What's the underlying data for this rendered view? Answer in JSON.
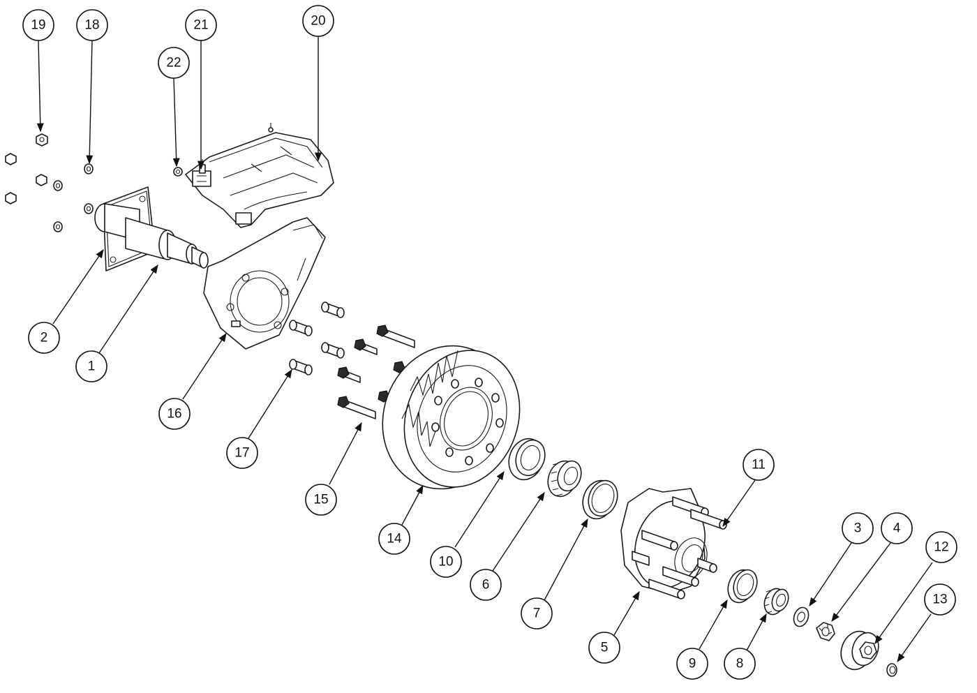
{
  "balloons": [
    {
      "id": "1",
      "label": "1"
    },
    {
      "id": "2",
      "label": "2"
    },
    {
      "id": "3",
      "label": "3"
    },
    {
      "id": "4",
      "label": "4"
    },
    {
      "id": "5",
      "label": "5"
    },
    {
      "id": "6",
      "label": "6"
    },
    {
      "id": "7",
      "label": "7"
    },
    {
      "id": "8",
      "label": "8"
    },
    {
      "id": "9",
      "label": "9"
    },
    {
      "id": "10",
      "label": "10"
    },
    {
      "id": "11",
      "label": "11"
    },
    {
      "id": "12",
      "label": "12"
    },
    {
      "id": "13",
      "label": "13"
    },
    {
      "id": "14",
      "label": "14"
    },
    {
      "id": "15",
      "label": "15"
    },
    {
      "id": "16",
      "label": "16"
    },
    {
      "id": "17",
      "label": "17"
    },
    {
      "id": "18",
      "label": "18"
    },
    {
      "id": "19",
      "label": "19"
    },
    {
      "id": "20",
      "label": "20"
    },
    {
      "id": "21",
      "label": "21"
    },
    {
      "id": "22",
      "label": "22"
    }
  ]
}
